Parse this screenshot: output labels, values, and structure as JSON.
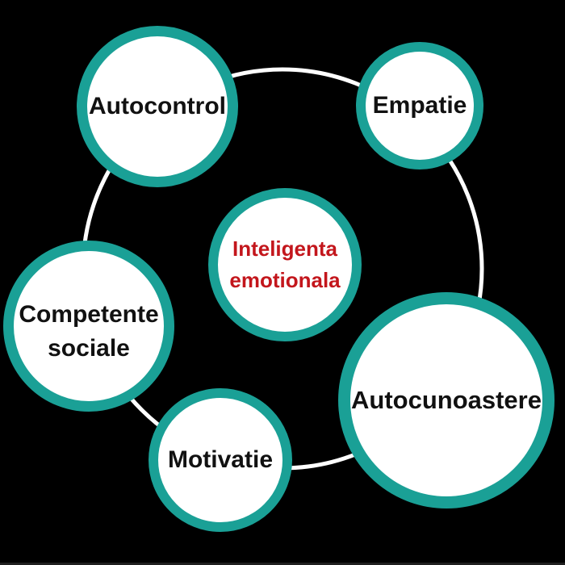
{
  "diagram": {
    "colors": {
      "background": "#000000",
      "ring": "#ffffff",
      "node_border_teal": "#1AA096",
      "node_fill": "#ffffff",
      "node_text": "#111111",
      "center_text_red": "#C3161C"
    },
    "center_node": {
      "line1": "Inteligenta",
      "line2": "emotionala"
    },
    "nodes": {
      "autocontrol": {
        "label": "Autocontrol"
      },
      "empatie": {
        "label": "Empatie"
      },
      "competente_sociale": {
        "line1": "Competente",
        "line2": "sociale"
      },
      "autocunoastere": {
        "label": "Autocunoastere"
      },
      "motivatie": {
        "label": "Motivatie"
      }
    }
  }
}
